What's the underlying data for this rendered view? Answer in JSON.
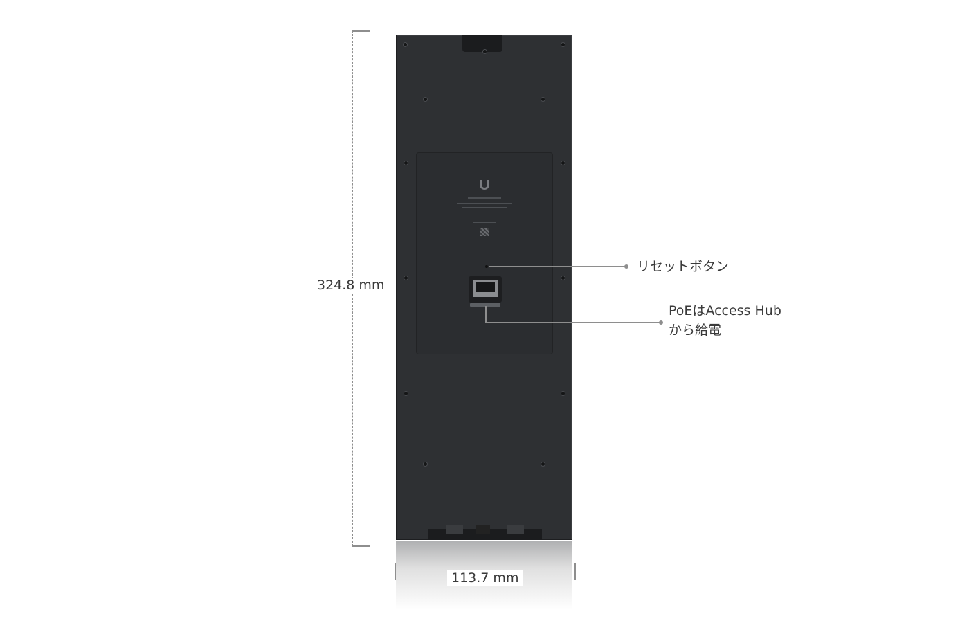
{
  "dimensions": {
    "height": "324.8 mm",
    "width": "113.7 mm"
  },
  "callouts": {
    "reset": "リセットボタン",
    "poe_line1": "PoEはAccess Hub",
    "poe_line2": "から給電"
  },
  "colors": {
    "device": "#2e3033",
    "callout_line": "#8e8e8e",
    "text": "#3a3a3a"
  }
}
